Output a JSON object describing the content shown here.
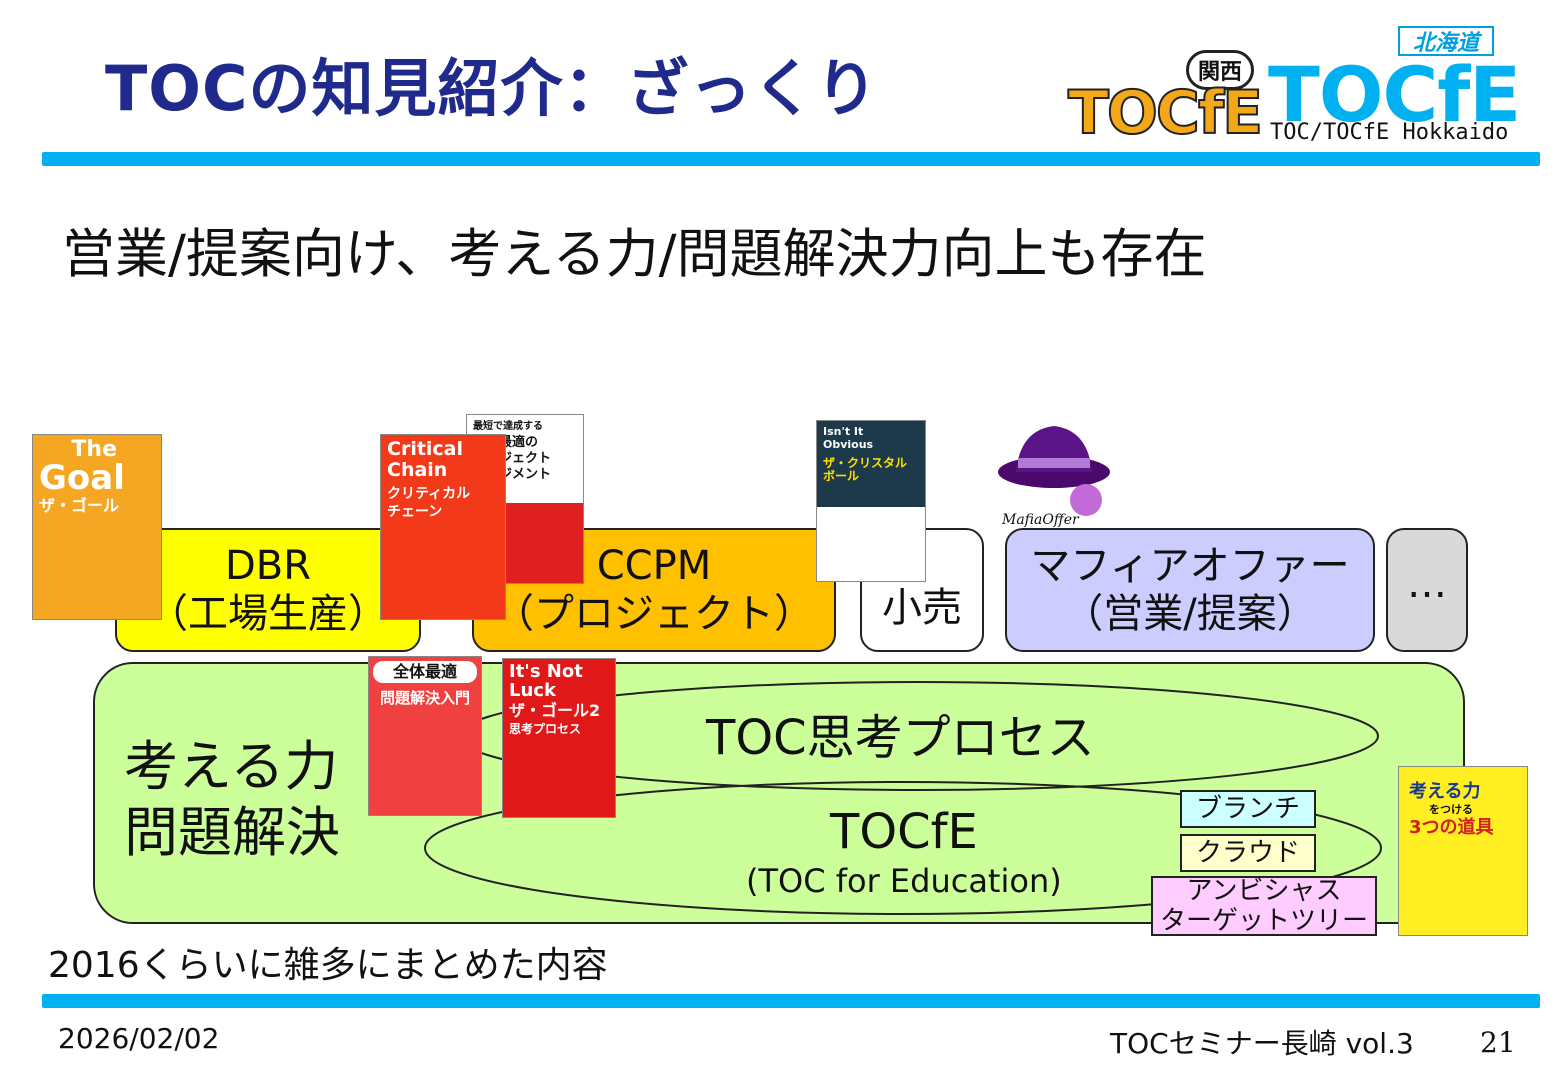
{
  "slide": {
    "title": "TOCの知見紹介：ざっくり",
    "subtitle": "営業/提案向け、考える力/問題解決力向上も存在",
    "note": "2016くらいに雑多にまとめた内容"
  },
  "logos": {
    "kansai_text": "関西",
    "kansai_logo": "TOCfE",
    "hokkaido_flag": "北海道",
    "hokkaido_logo": "TOCfE",
    "hokkaido_caption": "TOC/TOCfE Hokkaido"
  },
  "categories": {
    "dbr": {
      "line1": "DBR",
      "line2": "（工場生産）"
    },
    "ccpm": {
      "line1": "CCPM",
      "line2": "（プロジェクト）"
    },
    "retail": {
      "label": "小売"
    },
    "mafia": {
      "line1": "マフィアオファー",
      "line2": "（営業/提案）"
    },
    "more": {
      "label": "…"
    }
  },
  "thinking": {
    "label_line1": "考える力",
    "label_line2": "問題解決",
    "toc_tp": "TOC思考プロセス",
    "tocfe": "TOCfE",
    "tocfe_sub": "(TOC for Education)",
    "tools": [
      "ブランチ",
      "クラウド",
      "アンビシャス\nターゲットツリー"
    ]
  },
  "books": {
    "goal": {
      "line1": "The",
      "line2": "Goal",
      "line3": "ザ・ゴール"
    },
    "critical_chain": {
      "line1": "Critical",
      "line2": "Chain",
      "line3": "クリティカル",
      "line4": "チェーン"
    },
    "project_mgmt": {
      "line1": "最短で達成する",
      "line2": "全体最適の",
      "line3": "プロジェクト",
      "line4": "マネジメント"
    },
    "crystal_ball": {
      "line1": "Isn't It",
      "line2": "Obvious",
      "line3": "ザ・クリスタル",
      "line4": "ボール"
    },
    "zentai": {
      "line1": "全体最適",
      "line2": "問題解決入門"
    },
    "not_luck": {
      "line1": "It's Not",
      "line2": "Luck",
      "line3": "ザ・ゴール2",
      "line4": "思考プロセス"
    },
    "kangaeru": {
      "line1": "考える力",
      "line2": "をつける",
      "line3": "3つの道具"
    }
  },
  "mafia_logo_text": "MafiaOffer",
  "footer": {
    "date": "2026/02/02",
    "event": "TOCセミナー長崎 vol.3",
    "page": "21"
  },
  "colors": {
    "title": "#1f2a8c",
    "bar": "#00b0f0",
    "dbr": "#ffff00",
    "ccpm": "#ffc000",
    "mafia": "#ccccff",
    "more": "#d9d9d9",
    "thinking": "#ccff99",
    "branch": "#ccffff",
    "cloud": "#ffffcc",
    "ambitious": "#ffccff"
  }
}
